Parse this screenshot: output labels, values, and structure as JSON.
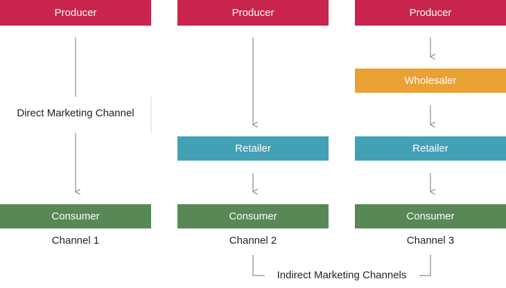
{
  "colors": {
    "producer": "#c8244d",
    "wholesaler": "#eba234",
    "retailer": "#42a1b5",
    "consumer": "#578856",
    "connector": "#8a8a8a"
  },
  "channels": [
    {
      "producer": "Producer",
      "consumer": "Consumer",
      "caption": "Channel 1"
    },
    {
      "producer": "Producer",
      "retailer": "Retailer",
      "consumer": "Consumer",
      "caption": "Channel 2"
    },
    {
      "producer": "Producer",
      "wholesaler": "Wholesaler",
      "retailer": "Retailer",
      "consumer": "Consumer",
      "caption": "Channel 3"
    }
  ],
  "direct_label": "Direct Marketing Channel",
  "indirect_label": "Indirect Marketing Channels"
}
